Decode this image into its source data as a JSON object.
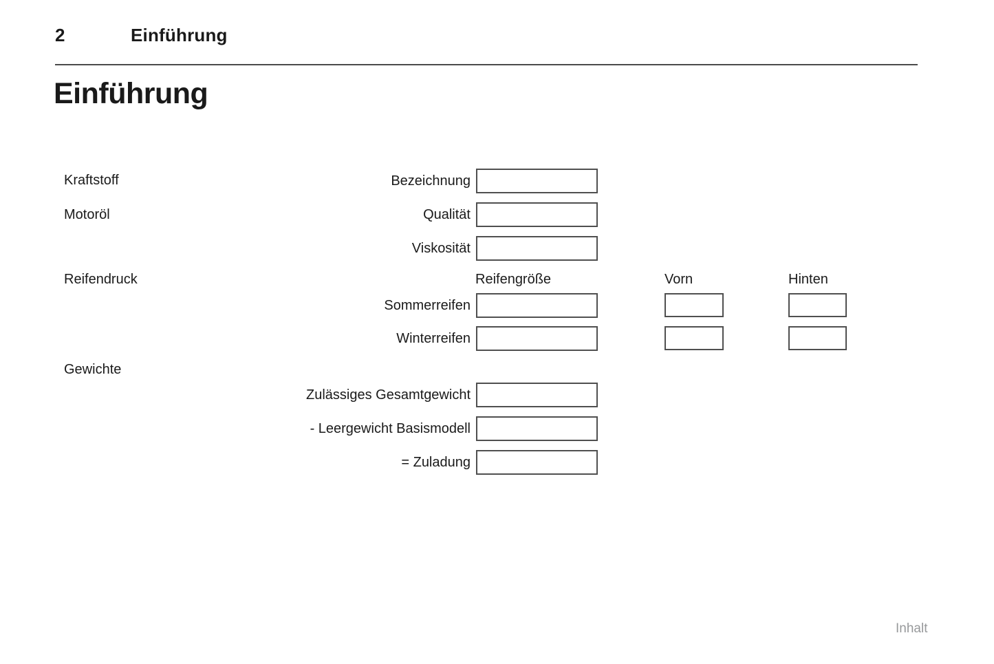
{
  "page": {
    "number": "2",
    "chapter": "Einführung",
    "title": "Einführung",
    "footer_link": "Inhalt"
  },
  "colors": {
    "text": "#1a1a1a",
    "box_border": "#4f4f4f",
    "rule": "#4a4a4a",
    "muted_link": "#97999b"
  },
  "sections": {
    "fuel": "Kraftstoff",
    "oil": "Motoröl",
    "tire_pressure": "Reifendruck",
    "weights": "Gewichte"
  },
  "fields": {
    "designation": {
      "label": "Bezeichnung",
      "value": ""
    },
    "quality": {
      "label": "Qualität",
      "value": ""
    },
    "viscosity": {
      "label": "Viskosität",
      "value": ""
    }
  },
  "tires": {
    "headers": {
      "size": "Reifengröße",
      "front": "Vorn",
      "rear": "Hinten"
    },
    "rows": {
      "summer": {
        "label": "Sommerreifen",
        "size_value": "",
        "front_value": "",
        "rear_value": ""
      },
      "winter": {
        "label": "Winterreifen",
        "size_value": "",
        "front_value": "",
        "rear_value": ""
      }
    }
  },
  "weights": {
    "gross": {
      "label": "Zulässiges Gesamtgewicht",
      "value": ""
    },
    "curb": {
      "label": "- Leergewicht Basismodell",
      "value": ""
    },
    "payload": {
      "label": "= Zuladung",
      "value": ""
    }
  }
}
